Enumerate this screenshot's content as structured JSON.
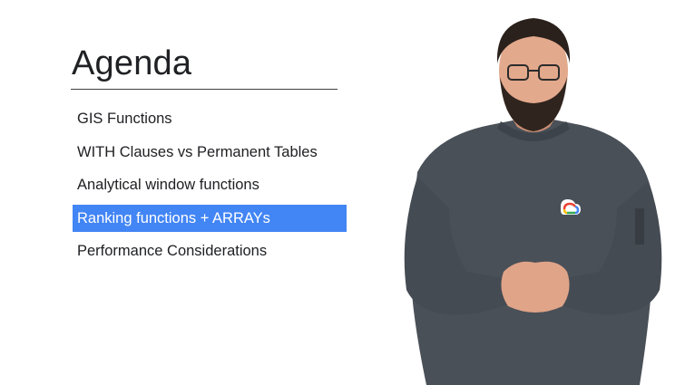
{
  "slide": {
    "title": "Agenda",
    "items": [
      {
        "label": "GIS Functions",
        "active": false
      },
      {
        "label": "WITH Clauses vs Permanent Tables",
        "active": false
      },
      {
        "label": "Analytical window functions",
        "active": false
      },
      {
        "label": "Ranking functions + ARRAYs",
        "active": true
      },
      {
        "label": "Performance Considerations",
        "active": false
      }
    ]
  },
  "colors": {
    "highlight": "#4285f4",
    "text": "#202124",
    "shirt": "#4a5058",
    "background": "#ffffff"
  },
  "presenter": {
    "logo_icon": "google-cloud-logo-icon"
  }
}
